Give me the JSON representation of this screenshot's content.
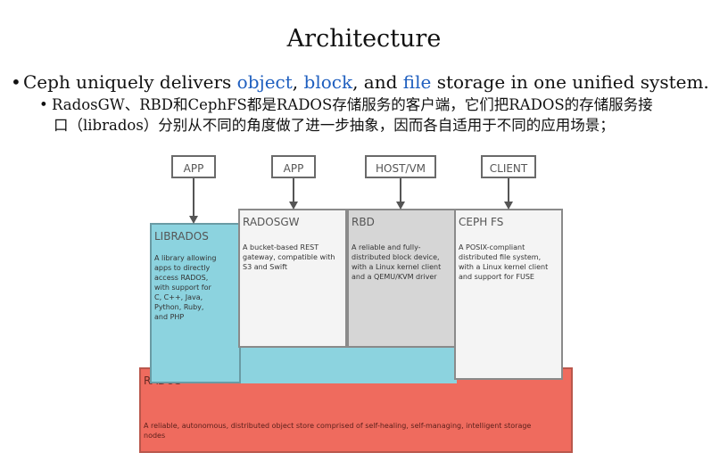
{
  "slide": {
    "title": "Architecture",
    "bullet1": {
      "before": "Ceph uniquely delivers ",
      "object": "object",
      "sep1": ", ",
      "block": "block",
      "sep2": ", and ",
      "file": "file",
      "after": " storage in one unified system."
    },
    "bullet2": {
      "line1": "RadosGW、RBD和CephFS都是RADOS存储服务的客户端，它们把RADOS的存储服务接",
      "line2": "口（librados）分别从不同的角度做了进一步抽象，因而各自适用于不同的应用场景；"
    },
    "colors": {
      "highlight": "#1f5fbf",
      "rados": "#ef6b5e",
      "librados": "#8cd3df"
    }
  },
  "diagram": {
    "top_boxes": [
      "APP",
      "APP",
      "HOST/VM",
      "CLIENT"
    ],
    "librados": {
      "label": "LIBRADOS",
      "desc": [
        "A library allowing",
        "apps to directly",
        "access RADOS,",
        "with support for",
        "C, C++, Java,",
        "Python, Ruby,",
        "and PHP"
      ]
    },
    "radosgw": {
      "label": "RADOSGW",
      "desc": [
        "A bucket-based REST",
        "gateway, compatible with",
        "S3 and Swift"
      ]
    },
    "rbd": {
      "label": "RBD",
      "desc": [
        "A reliable and fully-",
        "distributed block device,",
        "with a Linux kernel client",
        "and a QEMU/KVM driver"
      ]
    },
    "cephfs": {
      "label": "CEPH FS",
      "desc": [
        "A POSIX-compliant",
        "distributed file system,",
        "with a Linux kernel client",
        "and support for FUSE"
      ]
    },
    "rados": {
      "label": "RADOS",
      "desc": [
        "A reliable, autonomous, distributed object store comprised of self-healing, self-managing, intelligent storage",
        "nodes"
      ]
    }
  }
}
